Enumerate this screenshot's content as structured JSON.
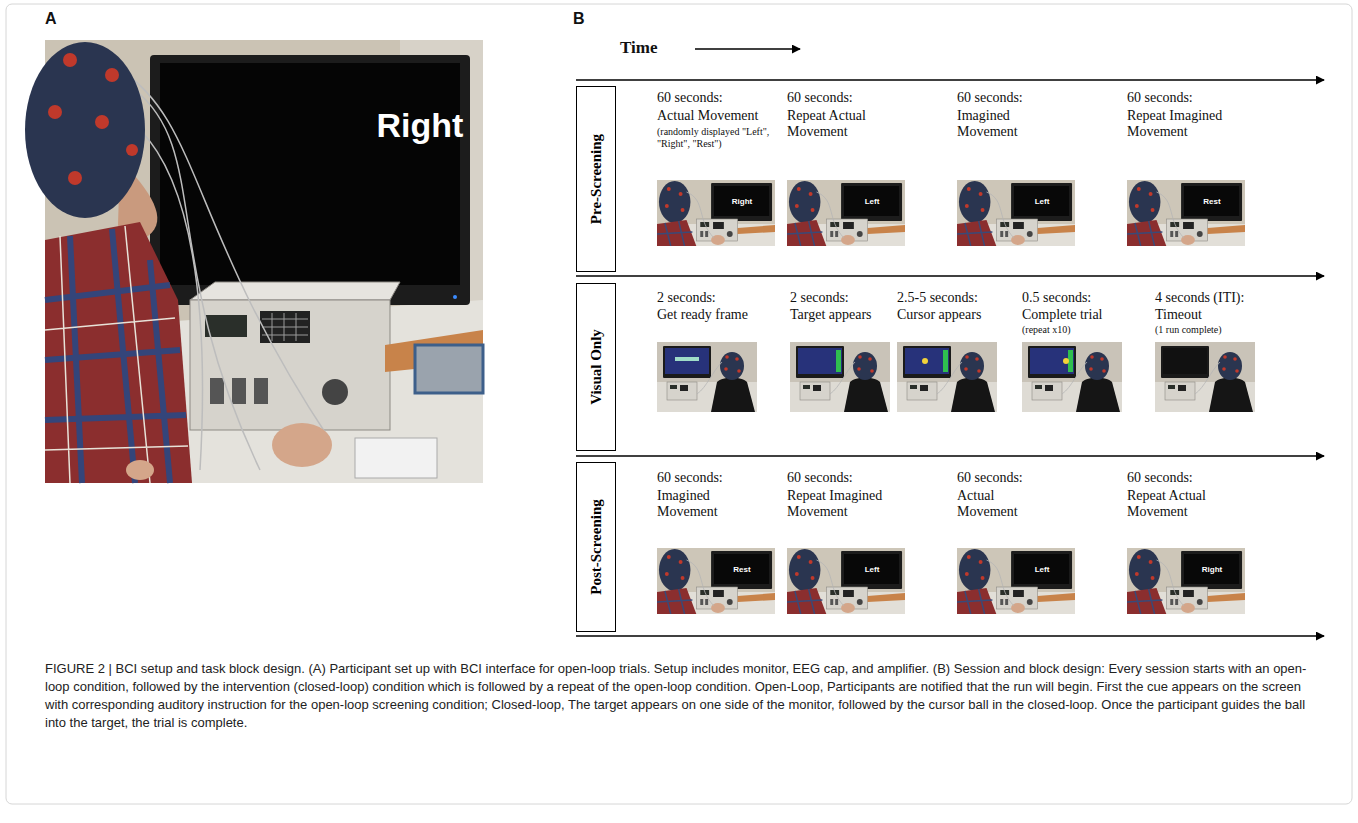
{
  "diagram": {
    "caption": "FIGURE 2 | BCI setup and task block design. (A) Participant set up with BCI interface for open-loop trials. Setup includes monitor, EEG cap, and amplifier. (B) Session and block design: Every session starts with an open-loop condition, followed by the intervention (closed-loop) condition which is followed by a repeat of the open-loop condition. Open-Loop, Participants are notified that the run will begin. First the cue appears on the screen with corresponding auditory instruction for the open-loop screening condition; Closed-loop, The target appears on one side of the monitor, followed by the cursor ball in the closed-loop. Once the participant guides the ball into the target, the trial is complete.",
    "nodes": [
      {
        "text": [
          "Pre-Screening"
        ]
      },
      {
        "text": [
          "Visual Only"
        ]
      },
      {
        "text": [
          "Post-Screening"
        ]
      }
    ],
    "labels": [
      "A",
      "Right",
      "B",
      "Time",
      "60 seconds:",
      "Actual Movement",
      "(randomly displayed \"Left\", \"Right\", \"Rest\")",
      "60 seconds:",
      "Repeat Actual Movement",
      "60 seconds:",
      "Imagined Movement",
      "60 seconds:",
      "Repeat Imagined Movement",
      "Right",
      "Left",
      "Left",
      "Rest",
      "2 seconds:",
      "Get ready frame",
      "2 seconds:",
      "Target appears",
      "2.5-5 seconds:",
      "Cursor appears",
      "0.5 seconds:",
      "Complete trial",
      "(repeat x10)",
      "4 seconds (ITI):",
      "Timeout",
      "(1 run complete)",
      "60 seconds:",
      "Imagined Movement",
      "60 seconds:",
      "Repeat Imagined Movement",
      "60 seconds:",
      "Actual Movement",
      "60 seconds:",
      "Repeat Actual Movement",
      "Rest",
      "Left",
      "Left",
      "Right"
    ]
  }
}
